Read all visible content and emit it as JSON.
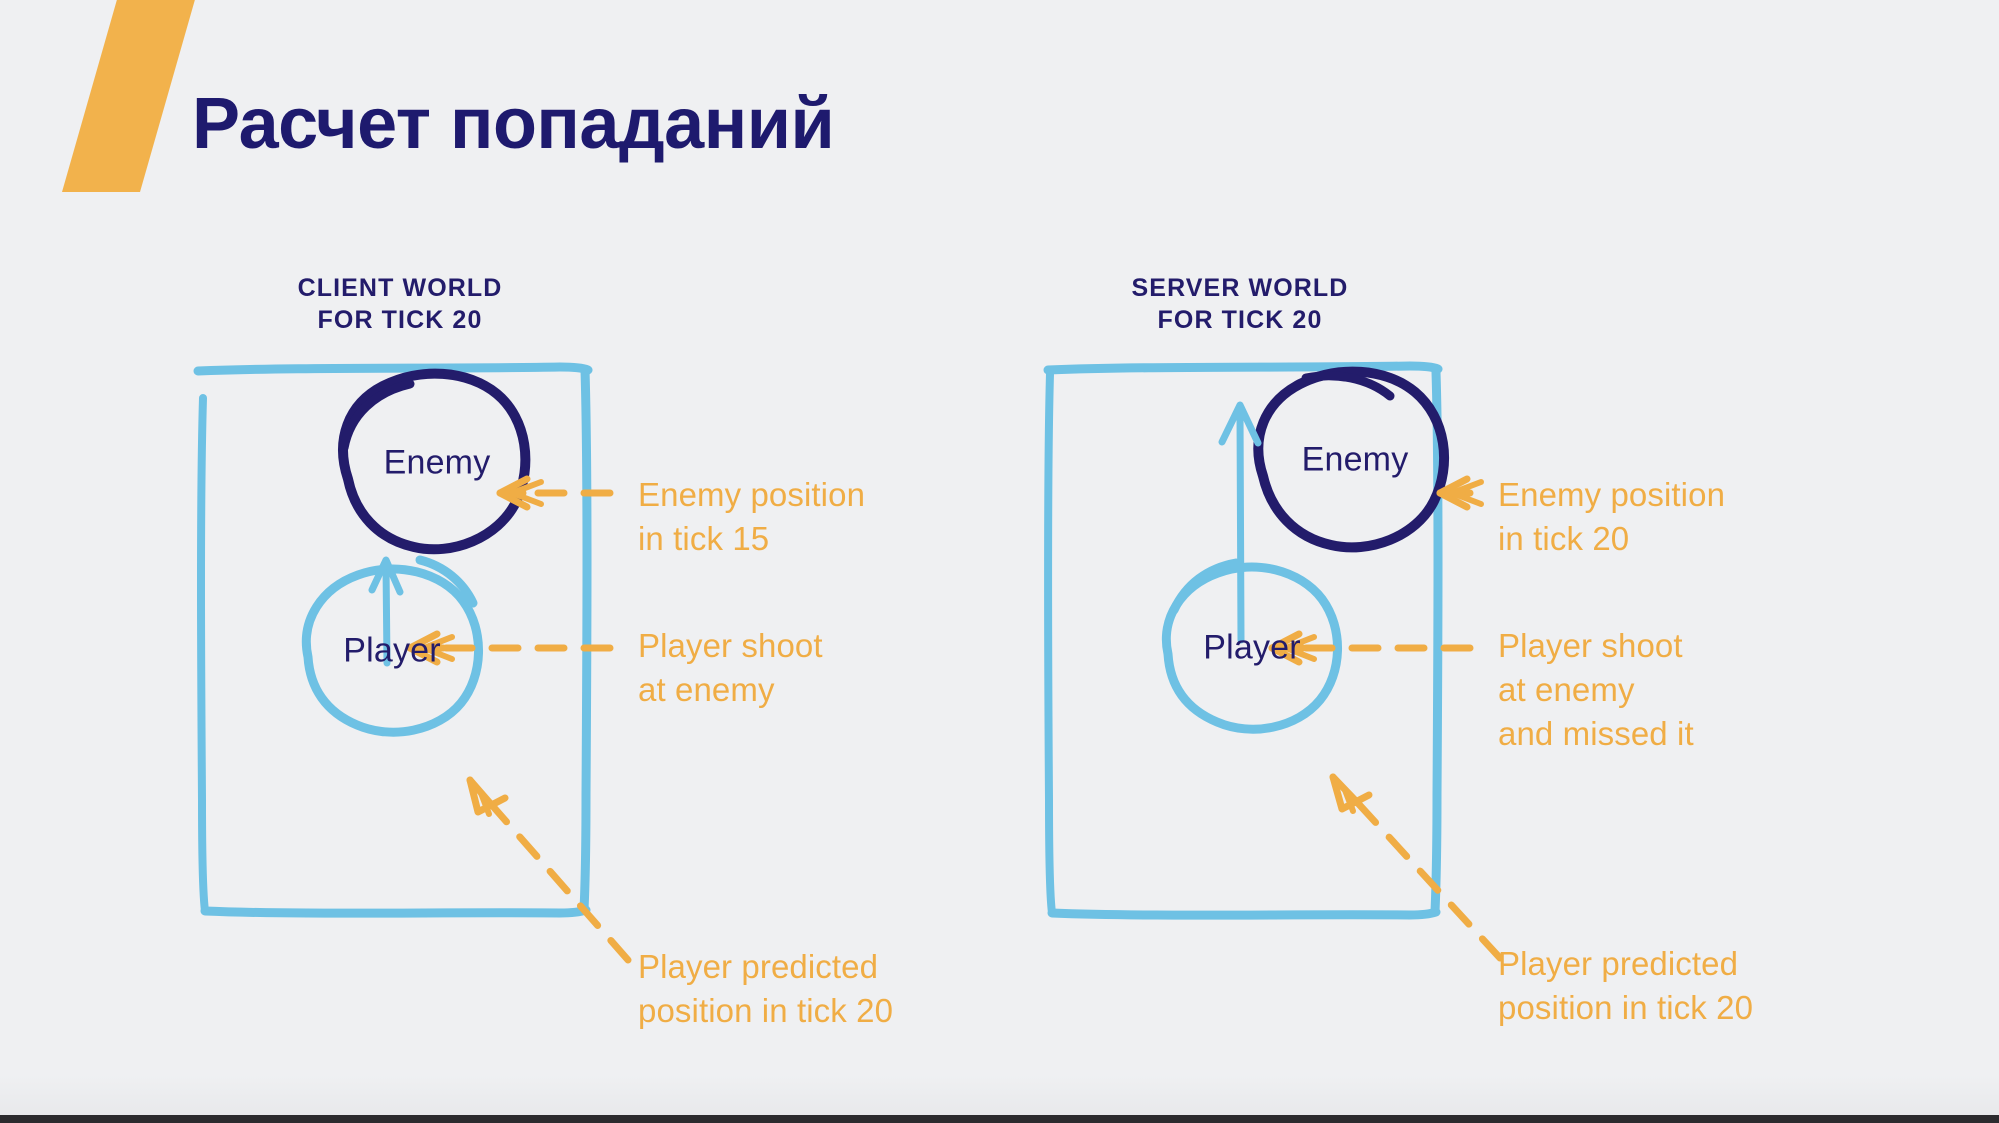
{
  "slide": {
    "title": "Расчет попаданий",
    "background_color": "#eff0f2"
  },
  "colors": {
    "accent_yellow": "#f0ad45",
    "navy": "#231c6b",
    "light_blue": "#6ec1e4",
    "background": "#eff0f2"
  },
  "panels": [
    {
      "id": "client",
      "header": "CLIENT WORLD\nFOR TICK 20",
      "nodes": [
        {
          "id": "enemy",
          "label": "Enemy",
          "color": "navy",
          "tick": 15
        },
        {
          "id": "player",
          "label": "Player",
          "color": "light_blue",
          "tick": 20
        }
      ],
      "shoot_hits": true,
      "annotations": [
        {
          "id": "enemy-position",
          "text": "Enemy position\nin tick 15"
        },
        {
          "id": "player-shoot",
          "text": "Player shoot\nat enemy"
        },
        {
          "id": "player-predicted",
          "text": "Player predicted\nposition in tick 20"
        }
      ]
    },
    {
      "id": "server",
      "header": "SERVER WORLD\nFOR TICK 20",
      "nodes": [
        {
          "id": "enemy",
          "label": "Enemy",
          "color": "navy",
          "tick": 20
        },
        {
          "id": "player",
          "label": "Player",
          "color": "light_blue",
          "tick": 20
        }
      ],
      "shoot_hits": false,
      "annotations": [
        {
          "id": "enemy-position",
          "text": "Enemy position\nin tick 20"
        },
        {
          "id": "player-shoot",
          "text": "Player shoot\nat enemy\nand missed it"
        },
        {
          "id": "player-predicted",
          "text": "Player predicted\nposition in tick 20"
        }
      ]
    }
  ]
}
